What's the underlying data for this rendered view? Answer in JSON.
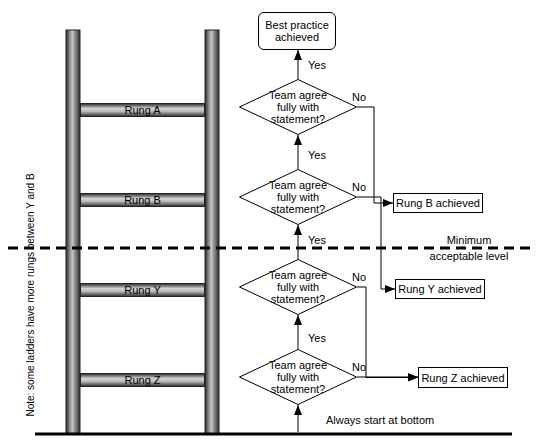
{
  "diagram": {
    "nodes": [
      {
        "text": [
          "Best practice achieved"
        ]
      },
      {
        "text": [
          "Team agree fully with statement?"
        ]
      },
      {
        "text": [
          "Rung A"
        ]
      },
      {
        "text": [
          "Team agree fully with statement?"
        ]
      },
      {
        "text": [
          "Rung B"
        ]
      },
      {
        "text": [
          "Rung B achieved"
        ]
      },
      {
        "text": [
          "Team agree fully with statement?"
        ]
      },
      {
        "text": [
          "Rung Y"
        ]
      },
      {
        "text": [
          "Rung Y achieved"
        ]
      },
      {
        "text": [
          "Team agree fully with statement?"
        ]
      },
      {
        "text": [
          "Rung Z"
        ]
      },
      {
        "text": [
          "Rung Z achieved"
        ]
      }
    ],
    "edges": [
      {
        "from": 9,
        "to": 6,
        "arrow": "to",
        "label": "Yes"
      },
      {
        "from": 6,
        "to": 3,
        "arrow": "to",
        "label": "Yes"
      },
      {
        "from": 3,
        "to": 1,
        "arrow": "to",
        "label": "Yes"
      },
      {
        "from": 1,
        "to": 0,
        "arrow": "to",
        "label": "Yes"
      },
      {
        "from": 1,
        "to": 5,
        "arrow": "to",
        "label": "No"
      },
      {
        "from": 3,
        "to": 8,
        "arrow": "to",
        "label": "No"
      },
      {
        "from": 6,
        "to": 11,
        "arrow": "to",
        "label": "No"
      },
      {
        "from": 9,
        "to": 11,
        "arrow": "to",
        "label": "No"
      }
    ],
    "labels": [
      "Note: some ladders have more rungs between Y and B",
      "Minimum acceptable level",
      "Always start at bottom"
    ]
  }
}
